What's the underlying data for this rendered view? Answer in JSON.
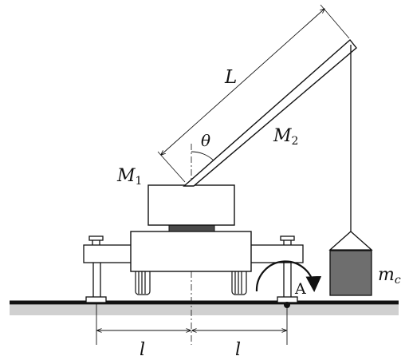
{
  "labels": {
    "boom_length": "L",
    "angle": "θ",
    "counterweight_mass": "M",
    "counterweight_sub": "1",
    "boom_mass": "M",
    "boom_sub": "2",
    "load_mass": "m",
    "load_sub": "c",
    "pivot": "A",
    "half_base_left": "l",
    "half_base_right": "l"
  },
  "colors": {
    "line": "#111111",
    "ground": "#d0d0d0",
    "load_fill": "#6e6e6e",
    "bearing_fill": "#4a4a4a"
  },
  "icons": {
    "pivot_moment": "curved-arrow-icon",
    "pivot_point": "pivot-dot-icon"
  }
}
